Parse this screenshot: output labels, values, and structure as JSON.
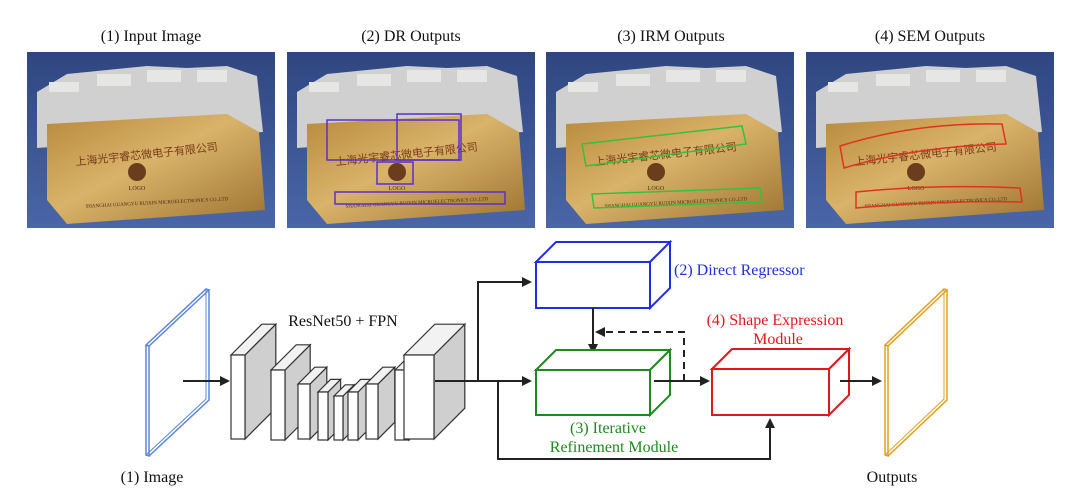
{
  "panels": [
    {
      "caption": "(1) Input Image"
    },
    {
      "caption": "(2) DR Outputs",
      "box_color": "#5a2fd0"
    },
    {
      "caption": "(3) IRM Outputs",
      "box_color": "#35c23a"
    },
    {
      "caption": "(4) SEM Outputs",
      "box_color": "#e0331f"
    }
  ],
  "plate_text": {
    "title": "上海光宇睿芯微电子有限公司",
    "logo_caption": "LOGO",
    "footer": "SHANGHAI GUANGYU RUIXIN MICROELECTRONICS CO.,LTD"
  },
  "architecture": {
    "input_label": "(1) Image",
    "backbone_label": "ResNet50 + FPN",
    "dr_label": "(2) Direct Regressor",
    "irm_label_line1": "(3) Iterative",
    "irm_label_line2": "Refinement Module",
    "sem_label_line1": "(4) Shape Expression",
    "sem_label_line2": "Module",
    "output_label": "Outputs"
  },
  "colors": {
    "input_frame": "#5b86d9",
    "dr": "#1f2fe0",
    "irm": "#1d8a1d",
    "sem": "#e3161b",
    "output_frame": "#e0a020",
    "plate_gold": "#c9a15a",
    "sky": "#3a4f86",
    "arrow": "#222222",
    "backbone_fill": "#e6e6e6"
  }
}
